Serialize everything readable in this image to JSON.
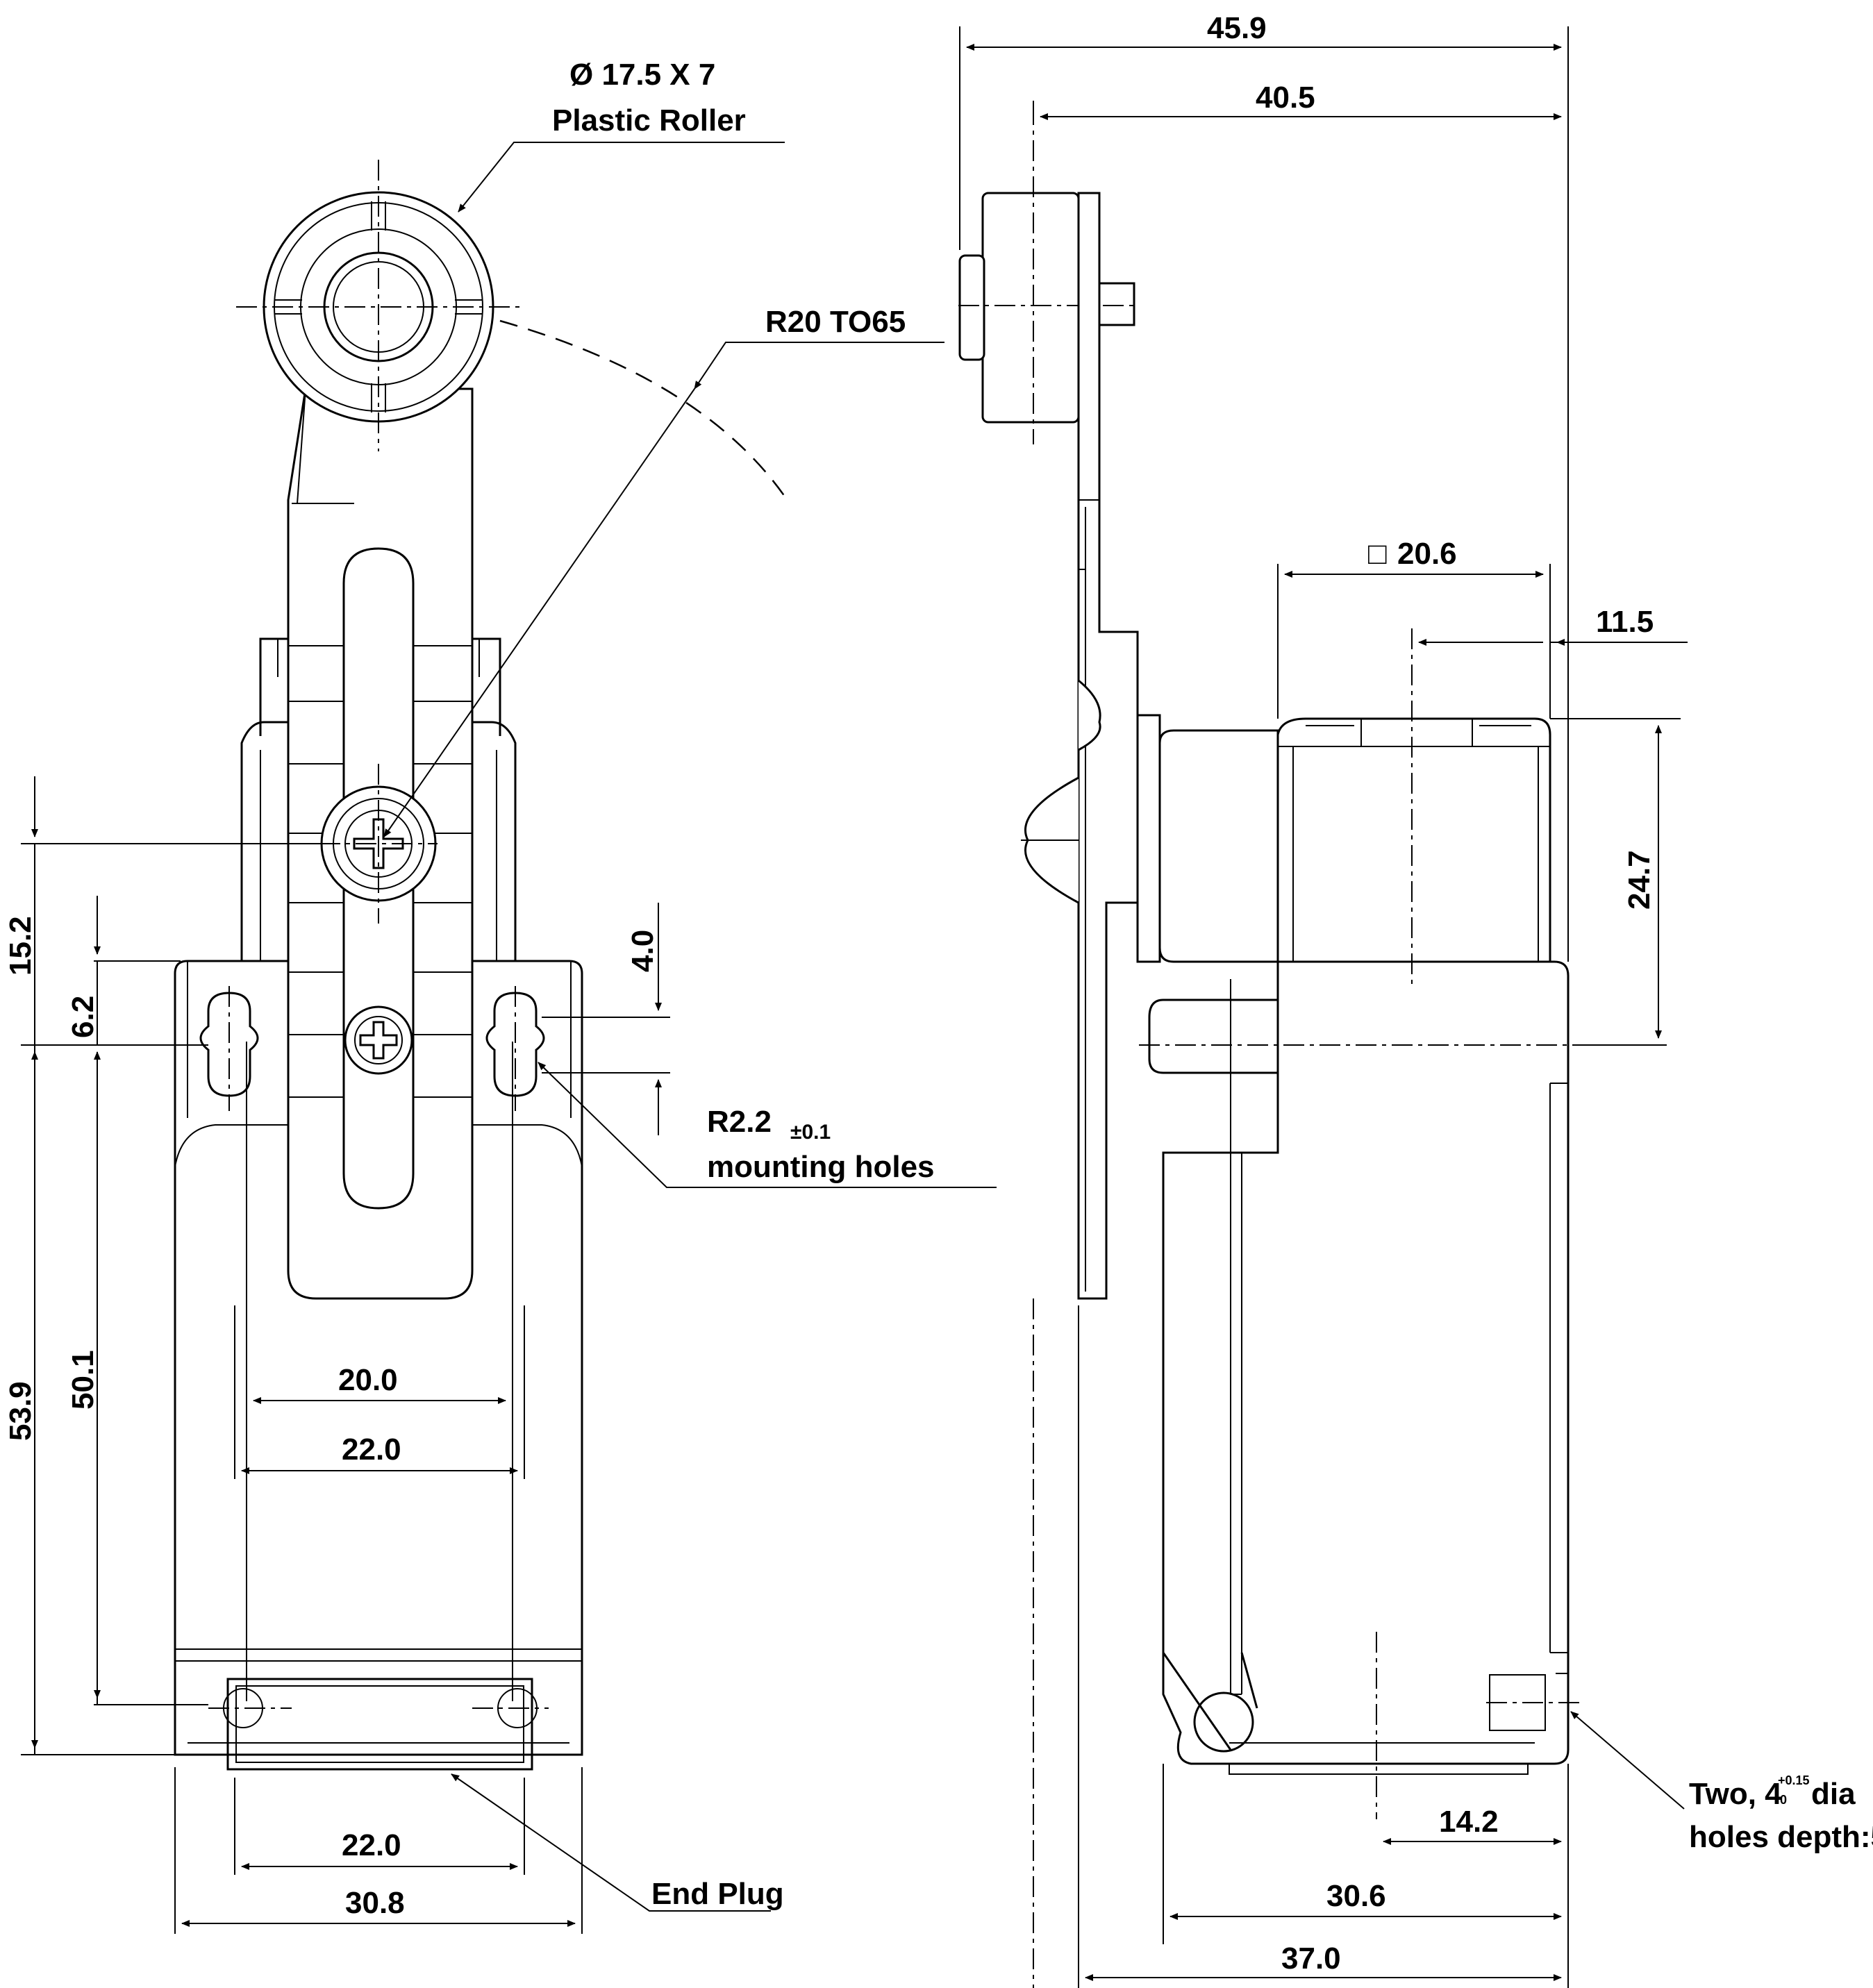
{
  "drawing": {
    "front_view": {
      "roller_spec": "Ø  17.5   X 7",
      "roller_label": "Plastic Roller",
      "lever_radius": "R20 TO65",
      "hole_radius": "R2.2",
      "hole_tolerance": "±0.1",
      "hole_label": "mounting holes",
      "end_plug_label": "End Plug",
      "dims": {
        "d15_2": "15.2",
        "d6_2": "6.2",
        "d53_9": "53.9",
        "d50_1": "50.1",
        "d4_0": "4.0",
        "d20_0": "20.0",
        "d22_0_top": "22.0",
        "d22_0_bottom": "22.0",
        "d30_8": "30.8"
      }
    },
    "side_view": {
      "square_symbol": "□",
      "dims": {
        "d45_9": "45.9",
        "d40_5": "40.5",
        "d20_6": "20.6",
        "d11_5": "11.5",
        "d24_7": "24.7",
        "d14_2": "14.2",
        "d30_6": "30.6",
        "d37_0": "37.0"
      },
      "holes_note_prefix": "Two, 4",
      "holes_tol_upper": "+0.15",
      "holes_tol_lower": "0",
      "holes_note_suffix": "dia",
      "holes_note_line2": "holes depth:5"
    }
  }
}
